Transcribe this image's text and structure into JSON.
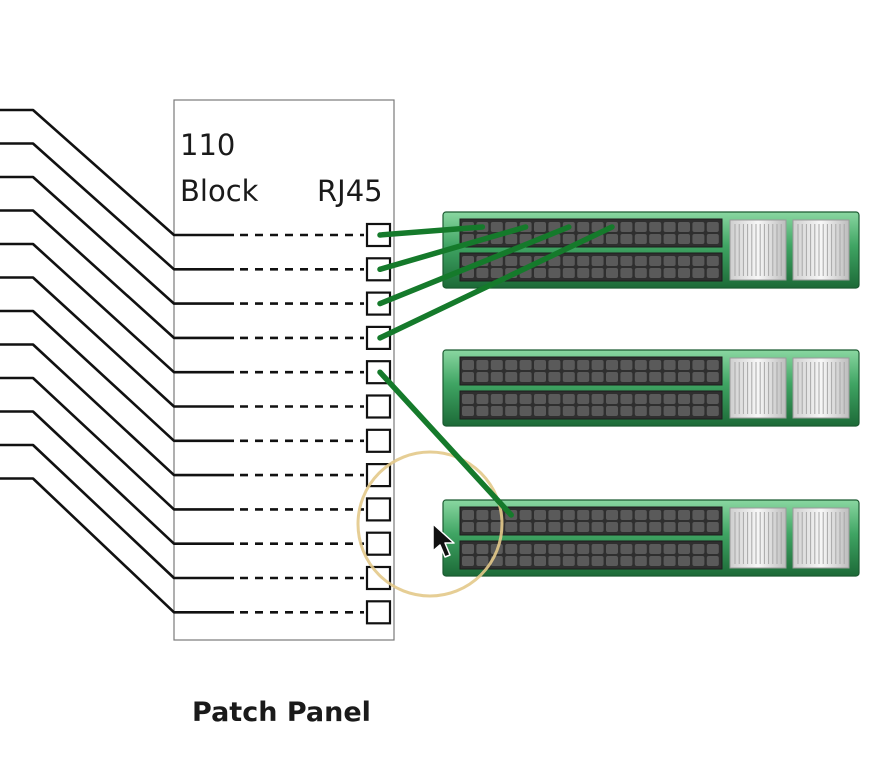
{
  "diagram": {
    "labels": {
      "block_number": "110",
      "block_word": "Block",
      "rj45": "RJ45",
      "caption": "Patch Panel"
    },
    "ports_per_panel": 12,
    "switches": 3,
    "switch_port_rows": 2,
    "switch_ports_per_row": 18,
    "connections": [
      {
        "panel_port": 1,
        "switch": 1,
        "row": 1,
        "col": 2
      },
      {
        "panel_port": 2,
        "switch": 1,
        "row": 1,
        "col": 5
      },
      {
        "panel_port": 3,
        "switch": 1,
        "row": 1,
        "col": 8
      },
      {
        "panel_port": 4,
        "switch": 1,
        "row": 1,
        "col": 11
      },
      {
        "panel_port": 5,
        "switch": 3,
        "row": 1,
        "col": 4
      }
    ],
    "colors": {
      "line": "#111111",
      "patch_cable": "#157a2b",
      "switch_light": "#5fc07e",
      "switch_dark": "#1f6d3a",
      "highlight_ring": "#e0c27a"
    },
    "cursor_icon": "arrow-cursor-icon"
  }
}
